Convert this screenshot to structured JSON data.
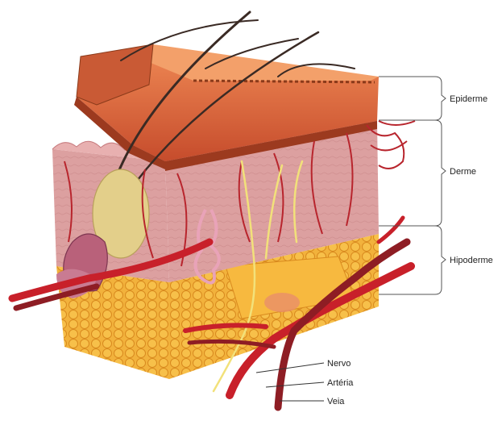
{
  "labels": {
    "epiderme": "Epiderme",
    "derme": "Derme",
    "hipoderme": "Hipoderme",
    "nervo": "Nervo",
    "arteria": "Artéria",
    "veia": "Veia"
  },
  "colors": {
    "epidermis_top": "#e8744a",
    "epidermis_dark": "#9c3a1f",
    "dermis": "#dca0a0",
    "dermis_dark": "#c77b7e",
    "fat": "#f2b23c",
    "fat_dark": "#d98a1e",
    "artery": "#c8202a",
    "vein": "#8e1d24",
    "nerve": "#f2e17a",
    "hair": "#3a2a24",
    "follicle": "#b9617a",
    "gland": "#e3cf8a",
    "leader_line": "#333333"
  }
}
